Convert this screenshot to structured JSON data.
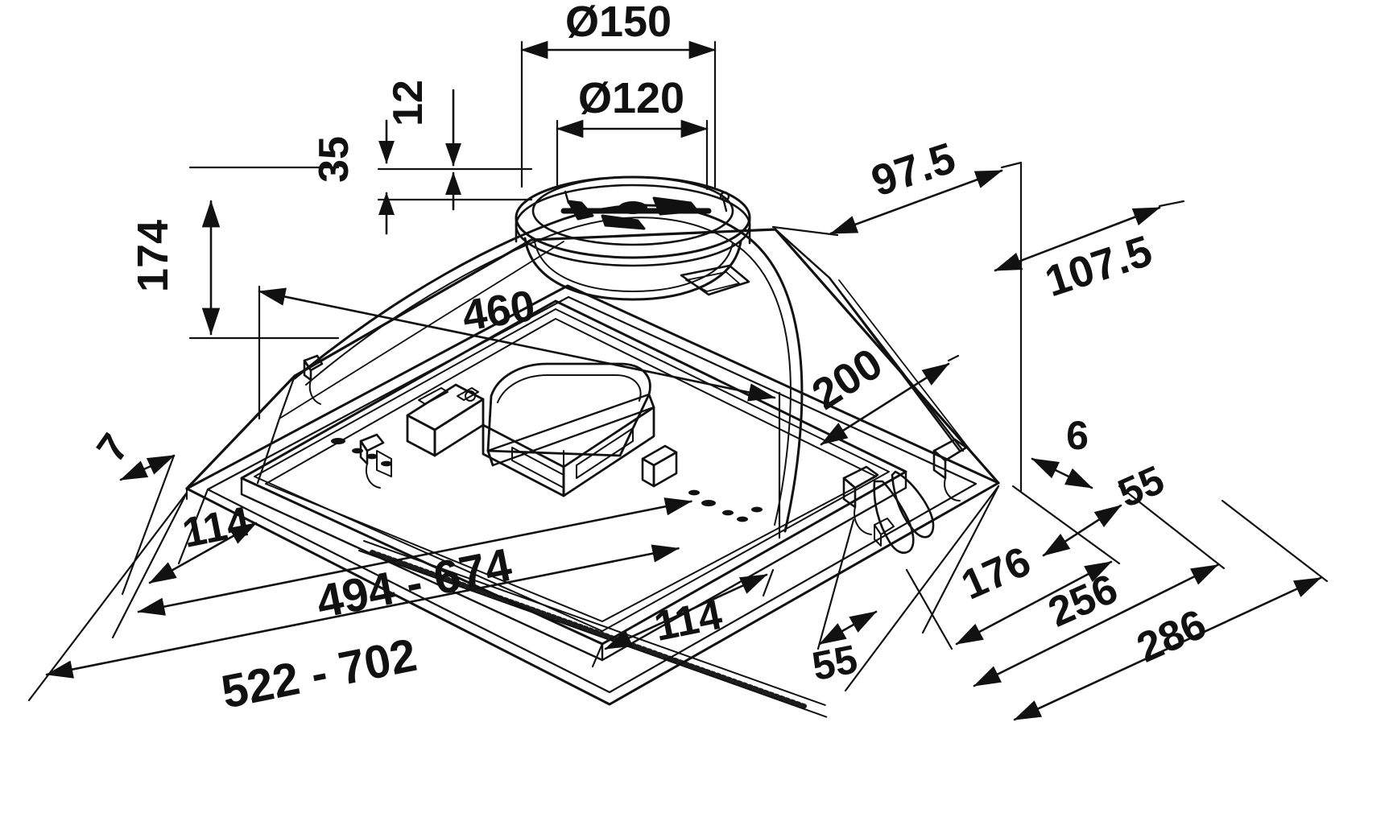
{
  "drawing": {
    "title": "Built-in cooker hood canopy group — dimensioned isometric drawing",
    "units": "mm",
    "line_color": "#111111",
    "background_color": "#ffffff"
  },
  "dimensions": {
    "duct_outer_diameter": "Ø150",
    "duct_inner_diameter": "Ø120",
    "duct_collar_offset": "35",
    "duct_flange_thickness": "12",
    "total_height": "174",
    "body_depth_top": "97.5",
    "body_depth_side": "107.5",
    "body_width_internal": "460",
    "body_depth_internal": "200",
    "frame_lip": "7",
    "frame_lip_right": "6",
    "left_margin": "114",
    "front_margin": "114",
    "cutout_width": "494 - 674",
    "outer_width": "522 - 702",
    "cutout_depth_back": "55",
    "depth_176": "176",
    "depth_55_right": "55",
    "depth_256": "256",
    "depth_286": "286"
  },
  "labels": [
    {
      "id": "d150",
      "text": "Ø150",
      "value": 150,
      "kind": "diameter"
    },
    {
      "id": "d120",
      "text": "Ø120",
      "value": 120,
      "kind": "diameter"
    },
    {
      "id": "n12",
      "text": "12",
      "value": 12,
      "kind": "linear"
    },
    {
      "id": "n35",
      "text": "35",
      "value": 35,
      "kind": "linear"
    },
    {
      "id": "n174",
      "text": "174",
      "value": 174,
      "kind": "linear"
    },
    {
      "id": "n975",
      "text": "97.5",
      "value": 97.5,
      "kind": "linear"
    },
    {
      "id": "n1075",
      "text": "107.5",
      "value": 107.5,
      "kind": "linear"
    },
    {
      "id": "n460",
      "text": "460",
      "value": 460,
      "kind": "linear"
    },
    {
      "id": "n200",
      "text": "200",
      "value": 200,
      "kind": "linear"
    },
    {
      "id": "n7",
      "text": "7",
      "value": 7,
      "kind": "linear"
    },
    {
      "id": "n6",
      "text": "6",
      "value": 6,
      "kind": "linear"
    },
    {
      "id": "n114l",
      "text": "114",
      "value": 114,
      "kind": "linear"
    },
    {
      "id": "n114f",
      "text": "114",
      "value": 114,
      "kind": "linear"
    },
    {
      "id": "n494",
      "text": "494 - 674",
      "value": null,
      "kind": "range"
    },
    {
      "id": "n522",
      "text": "522 - 702",
      "value": null,
      "kind": "range"
    },
    {
      "id": "n55b",
      "text": "55",
      "value": 55,
      "kind": "linear"
    },
    {
      "id": "n55r",
      "text": "55",
      "value": 55,
      "kind": "linear"
    },
    {
      "id": "n176",
      "text": "176",
      "value": 176,
      "kind": "linear"
    },
    {
      "id": "n256",
      "text": "256",
      "value": 256,
      "kind": "linear"
    },
    {
      "id": "n286",
      "text": "286",
      "value": 286,
      "kind": "linear"
    }
  ]
}
